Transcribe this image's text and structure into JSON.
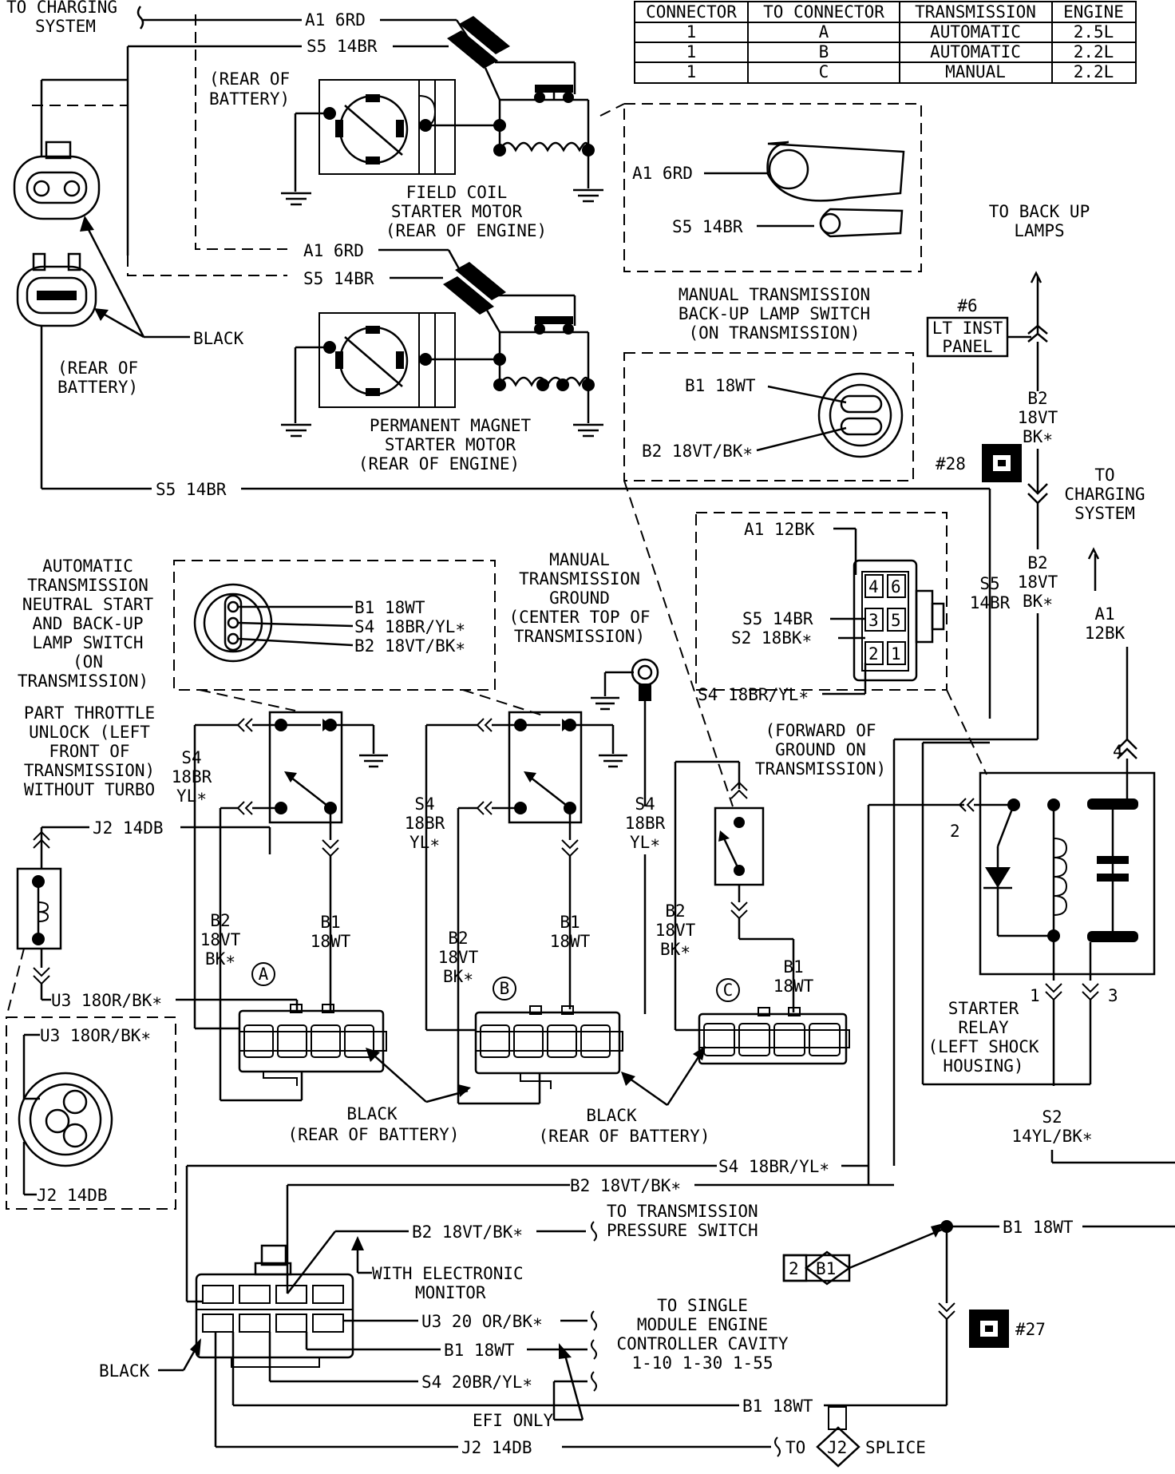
{
  "charging_system_top": [
    "TO CHARGING",
    "SYSTEM"
  ],
  "wires": {
    "a1_6rd": "A1 6RD",
    "s5_14br": "S5 14BR",
    "a1_12bk": "A1 12BK",
    "s2_18bk": "S2 18BK∗",
    "s4_18br_yl": "S4 18BR/YL∗",
    "b1_18wt": "B1 18WT",
    "b2_18vt_bk": "B2 18VT/BK∗",
    "j2_14db": "J2 14DB",
    "u3_18or_bk": "U3 18OR/BK∗",
    "u3_20or_bk": "U3 20 OR/BK∗",
    "s4_20br_yl": "S4 20BR/YL∗",
    "b2_stack": [
      "B2",
      "18VT",
      "BK∗"
    ],
    "b1_stack": [
      "B1",
      "18WT"
    ],
    "s4_stack": [
      "S4",
      "18BR",
      "YL∗"
    ],
    "s5_stack": [
      "S5",
      "14BR"
    ],
    "a1_stack": [
      "A1",
      "12BK"
    ],
    "s2_stack": [
      "S2",
      "14YL/BK∗"
    ]
  },
  "connector_table": {
    "headers": [
      "CONNECTOR",
      "TO CONNECTOR",
      "TRANSMISSION",
      "ENGINE"
    ],
    "rows": [
      [
        "1",
        "A",
        "AUTOMATIC",
        "2.5L"
      ],
      [
        "1",
        "B",
        "AUTOMATIC",
        "2.2L"
      ],
      [
        "1",
        "C",
        "MANUAL",
        "2.2L"
      ]
    ]
  },
  "labels": {
    "rear_of_battery_1": [
      "(REAR OF",
      "BATTERY)"
    ],
    "field_coil": [
      "FIELD COIL",
      "STARTER MOTOR",
      "(REAR OF ENGINE)"
    ],
    "permanent_magnet": [
      "PERMANENT MAGNET",
      "STARTER MOTOR",
      "(REAR OF ENGINE)"
    ],
    "black": "BLACK",
    "rear_of_battery_2": [
      "(REAR OF",
      "BATTERY)"
    ],
    "to_back_up": [
      "TO BACK UP",
      "LAMPS"
    ],
    "manual_backup_switch": [
      "MANUAL TRANSMISSION",
      "BACK-UP LAMP SWITCH",
      "(ON TRANSMISSION)"
    ],
    "num6": "#6",
    "lt_inst_panel": [
      "LT INST",
      "PANEL"
    ],
    "num28": "#28",
    "to_charging_right": [
      "TO",
      "CHARGING",
      "SYSTEM"
    ],
    "auto_neutral": [
      "AUTOMATIC",
      "TRANSMISSION",
      "NEUTRAL START",
      "AND BACK-UP",
      "LAMP SWITCH",
      "(ON",
      "TRANSMISSION)"
    ],
    "manual_ground": [
      "MANUAL",
      "TRANSMISSION",
      "GROUND",
      "(CENTER TOP OF",
      "TRANSMISSION)"
    ],
    "forward_ground": [
      "(FORWARD OF",
      "GROUND ON",
      "TRANSMISSION)"
    ],
    "part_throttle": [
      "PART THROTTLE",
      "UNLOCK (LEFT",
      "FRONT OF",
      "TRANSMISSION)",
      "WITHOUT TURBO"
    ],
    "circle_a": "A",
    "circle_b": "B",
    "circle_c": "C",
    "starter_relay": [
      "STARTER",
      "RELAY",
      "(LEFT SHOCK",
      "HOUSING)"
    ],
    "black_rear_battery": [
      "BLACK",
      "(REAR OF BATTERY)"
    ],
    "to_trans_pressure": [
      "TO TRANSMISSION",
      "PRESSURE SWITCH"
    ],
    "with_electronic_monitor": [
      "WITH ELECTRONIC",
      "MONITOR"
    ],
    "to_single_module": [
      "TO SINGLE",
      "MODULE ENGINE",
      "CONTROLLER CAVITY",
      "1-10 1-30 1-55"
    ],
    "efi_only": "EFI ONLY",
    "num27": "#27",
    "to": "TO",
    "splice": "SPLICE",
    "j2": "J2",
    "two": "2",
    "b1": "B1",
    "pin_1": "1",
    "pin_2": "2",
    "pin_3": "3",
    "pin_4": "4",
    "pin_5": "5",
    "pin_6": "6",
    "relay_2": "2",
    "relay_1": "1",
    "relay_3": "3",
    "relay_4": "4"
  }
}
